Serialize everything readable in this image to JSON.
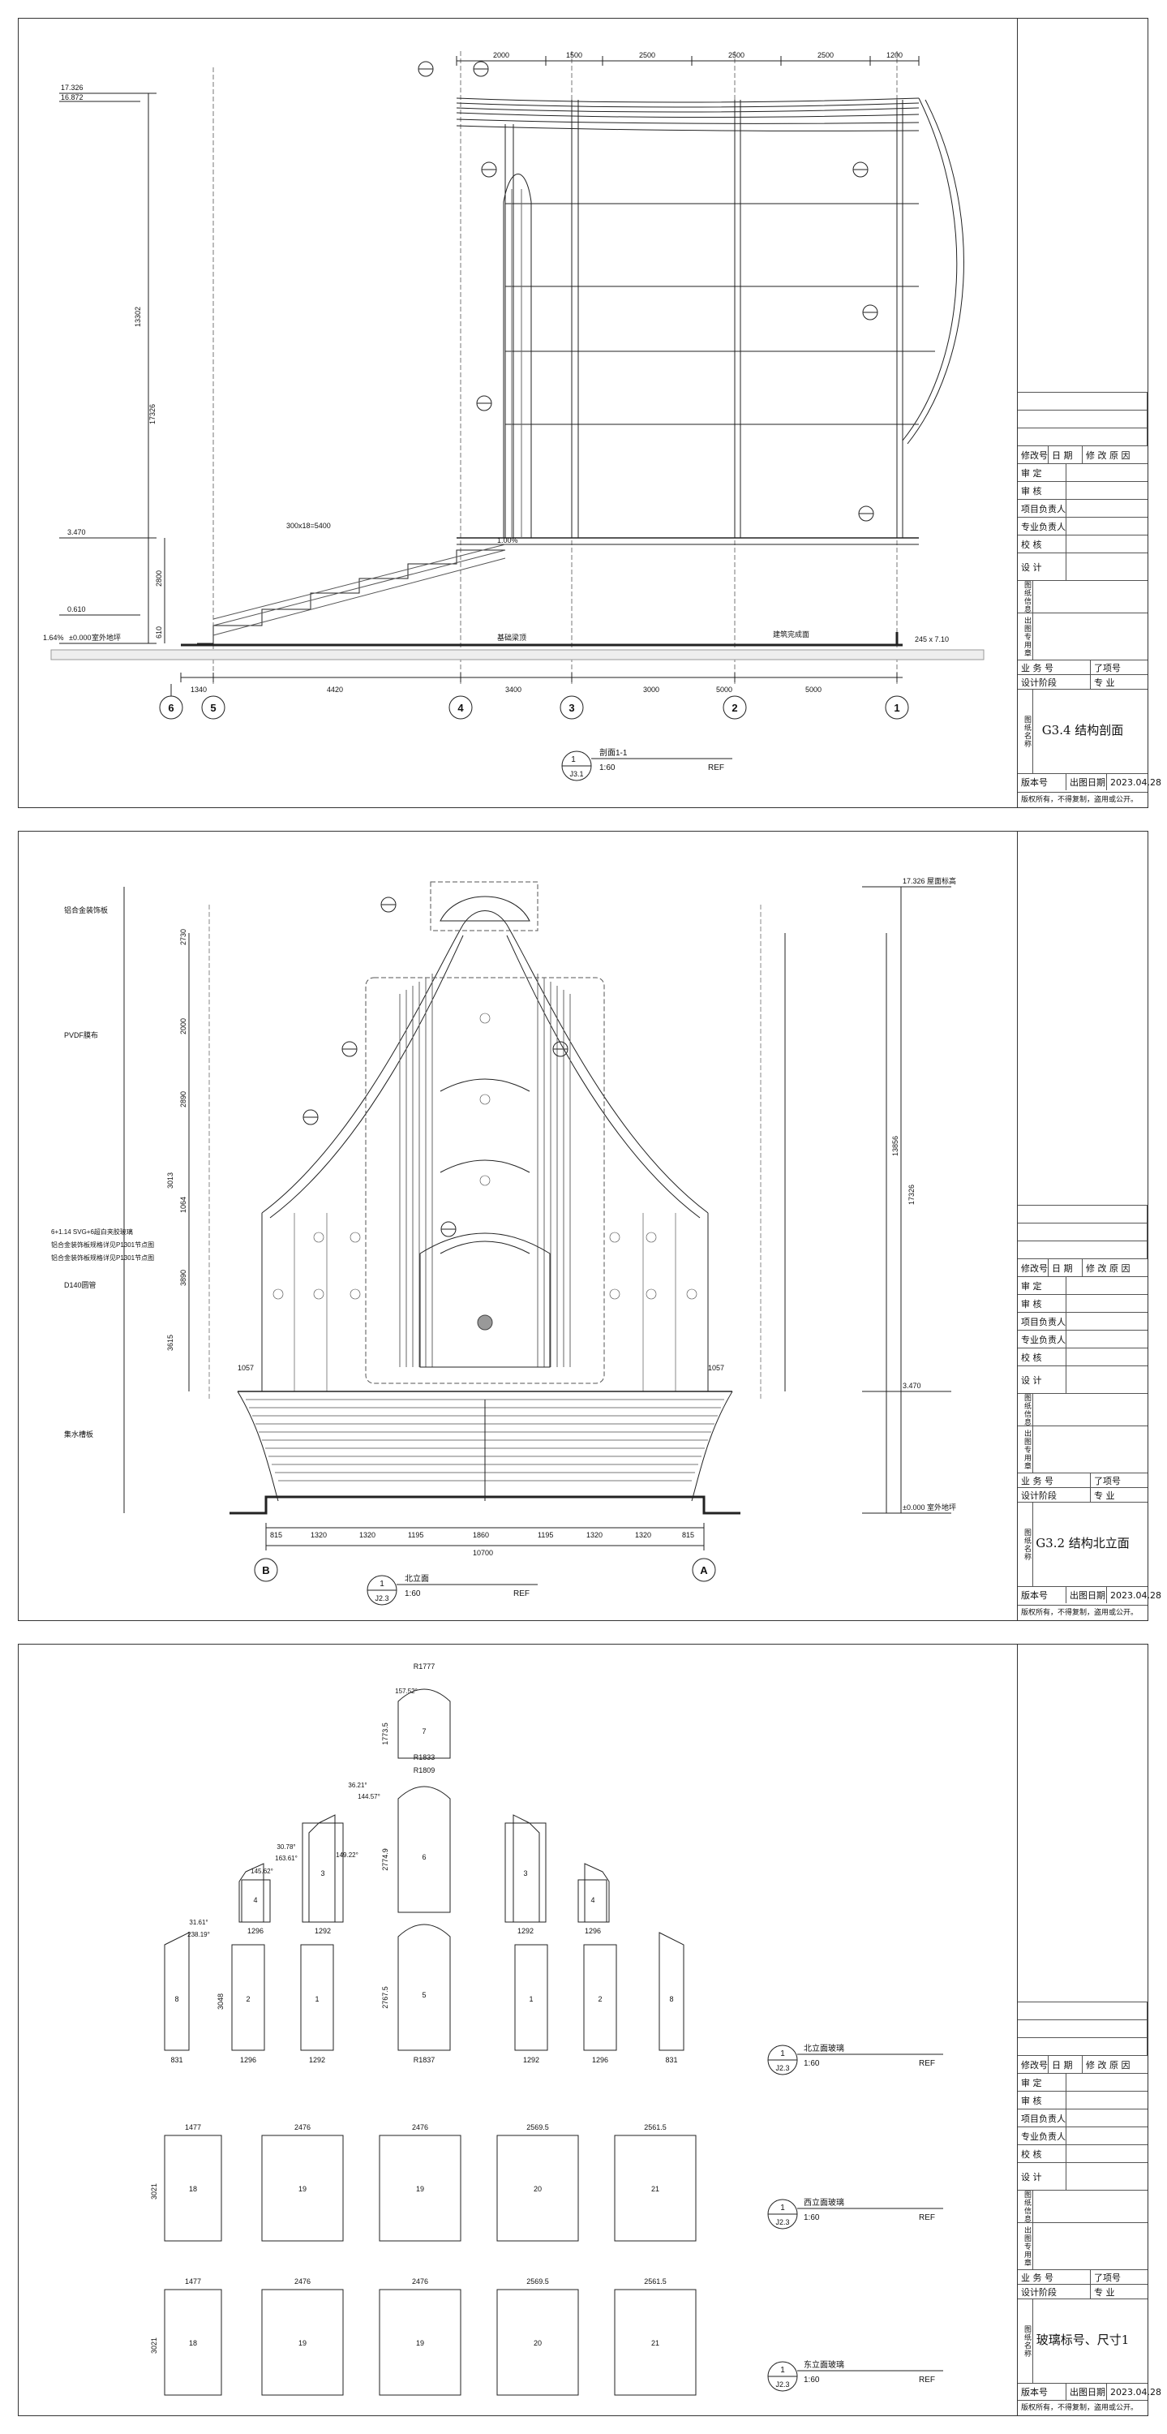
{
  "sheets": [
    {
      "id": "section",
      "drawing_title": "G3.4 结构剖面",
      "caption": {
        "num": "1",
        "ref": "J3.1",
        "title": "剖面1-1",
        "scale": "1:60",
        "ref_text": "REF"
      },
      "levels": [
        "17.326",
        "16.872",
        "3.470",
        "0.610",
        "±0.000",
        "1.64%"
      ],
      "axes": [
        "6",
        "5",
        "4",
        "3",
        "2",
        "1"
      ],
      "bottom_dims": [
        "1340",
        "4420",
        "3400",
        "3000",
        "5000",
        "5000"
      ],
      "top_dims": [
        "2000",
        "1500",
        "2500",
        "2500",
        "2500",
        "1200"
      ],
      "total_height": "13302",
      "total_height_b": "17326",
      "step_note": "300x18=5400",
      "slope_note": "1.00%",
      "left_dims": [
        "2800",
        "610"
      ],
      "right_note": "245 x 7.10",
      "ground_note": "室外地坪",
      "beam_note": "建筑完成面",
      "footing_note": "基础梁顶"
    },
    {
      "id": "elevation",
      "drawing_title": "G3.2 结构北立面",
      "caption": {
        "num": "1",
        "ref": "J2.3",
        "title": "北立面",
        "scale": "1:60",
        "ref_text": "REF"
      },
      "levels": [
        "17.326",
        "3.470",
        "±0.000"
      ],
      "axes": [
        "B",
        "A"
      ],
      "bottom_dims": [
        "815",
        "1320",
        "1320",
        "1195",
        "1860",
        "1195",
        "1320",
        "1320",
        "815"
      ],
      "total_width": "10700",
      "total_height": "13856",
      "total_height_b": "17326",
      "side_dims": [
        "2730",
        "2000",
        "2890",
        "3013",
        "1064",
        "3890",
        "3615"
      ],
      "notes": [
        "铝合金装饰板",
        "PVDF膜布",
        "6+1.14 SVG+6超白夹胶玻璃",
        "铝合金装饰板规格详见P1301节点图",
        "铝合金装饰板规格详见P1301节点图",
        "D140圆管",
        "集水槽板"
      ],
      "side_note": "1057",
      "roof_note": "屋面标高",
      "ground_note": "室外地坪"
    },
    {
      "id": "glass",
      "drawing_title": "玻璃标号、尺寸1",
      "captions": [
        {
          "num": "1",
          "ref": "J2.3",
          "title": "北立面玻璃",
          "scale": "1:60",
          "ref_text": "REF"
        },
        {
          "num": "1",
          "ref": "J2.3",
          "title": "西立面玻璃",
          "scale": "1:60",
          "ref_text": "REF"
        },
        {
          "num": "1",
          "ref": "J2.3",
          "title": "东立面玻璃",
          "scale": "1:60",
          "ref_text": "REF"
        }
      ],
      "top_radius": "R1777",
      "arch_labels": [
        "R1809",
        "R1833",
        "R1837"
      ],
      "arch_panels": [
        "7",
        "6",
        "5"
      ],
      "arch_heights": [
        "1773.5",
        "2774.9",
        "2767.5"
      ],
      "upper_panels": [
        "3",
        "4",
        "3",
        "4"
      ],
      "upper_widths": [
        "1292",
        "1296",
        "1292",
        "1296"
      ],
      "lower_panels": [
        "8",
        "2",
        "1",
        "1",
        "2",
        "8"
      ],
      "lower_widths": [
        "831",
        "1296",
        "1292",
        "1292",
        "1296",
        "831"
      ],
      "lower_height": "3048",
      "angles": [
        "157.52°",
        "36.21°",
        "144.57°",
        "30.78°",
        "149.22°",
        "163.61°",
        "145.62°",
        "31.61°",
        "238.19°"
      ],
      "rect_row": [
        "18",
        "19",
        "19",
        "20",
        "21"
      ],
      "rect_widths": [
        "1477",
        "2476",
        "2476",
        "2569.5",
        "2561.5"
      ],
      "rect_height": "3021"
    }
  ],
  "title_block": {
    "revision_header": [
      "修改号",
      "日 期",
      "修 改 原 因"
    ],
    "roles": [
      "审 定",
      "审 核",
      "项目负责人",
      "专业负责人",
      "校 核",
      "设 计"
    ],
    "side_labels": [
      "图纸信息",
      "出图专用章",
      "图纸名称"
    ],
    "project_no_label": "业 务 号",
    "project_no_value": "了项号",
    "phase_label": "设计阶段",
    "discipline_label": "专 业",
    "version_label": "版本号",
    "date_label": "出图日期",
    "date_value": "2023.04.28",
    "copyright": "版权所有，不得复制，盗用或公开。"
  }
}
